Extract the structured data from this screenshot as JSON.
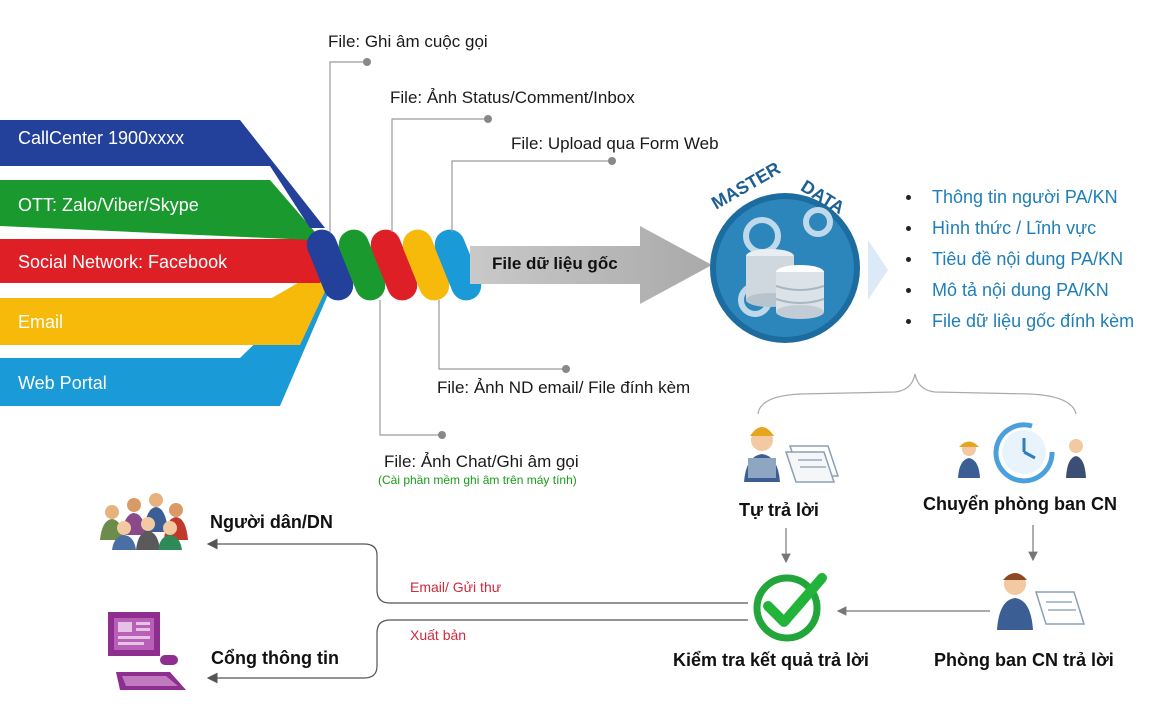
{
  "channels": [
    {
      "label": "CallCenter 1900xxxx",
      "color": "#23409a"
    },
    {
      "label": "OTT: Zalo/Viber/Skype",
      "color": "#1a9a2e"
    },
    {
      "label": "Social Network: Facebook",
      "color": "#de1f26"
    },
    {
      "label": "Email",
      "color": "#f7b90a"
    },
    {
      "label": "Web Portal",
      "color": "#1b9ad8"
    }
  ],
  "file_labels": {
    "call_recording": "File: Ghi âm cuộc gọi",
    "status_image": "File: Ảnh Status/Comment/Inbox",
    "form_upload": "File: Upload qua Form Web",
    "email_image": "File: Ảnh ND email/ File đính kèm",
    "chat_image": "File: Ảnh Chat/Ghi âm gọi",
    "chat_note": "(Cài phần mềm ghi âm trên máy tính)"
  },
  "arrow_label": "File dữ liệu gốc",
  "master_data": {
    "word1": "MASTER",
    "word2": "DATA"
  },
  "master_items": [
    "Thông tin người PA/KN",
    "Hình thức / Lĩnh vực",
    "Tiêu đề nội dung PA/KN",
    "Mô tả nội dung PA/KN",
    "File dữ liệu gốc đính kèm"
  ],
  "steps": {
    "self_answer": "Tự trả lời",
    "transfer": "Chuyển phòng ban CN",
    "dept_answer": "Phòng ban CN trả lời",
    "check_result": "Kiểm tra kết quả trả lời",
    "citizens": "Người dân/DN",
    "portal": "Cổng thông tin"
  },
  "edge_labels": {
    "email": "Email/ Gửi thư",
    "publish": "Xuất bản"
  }
}
